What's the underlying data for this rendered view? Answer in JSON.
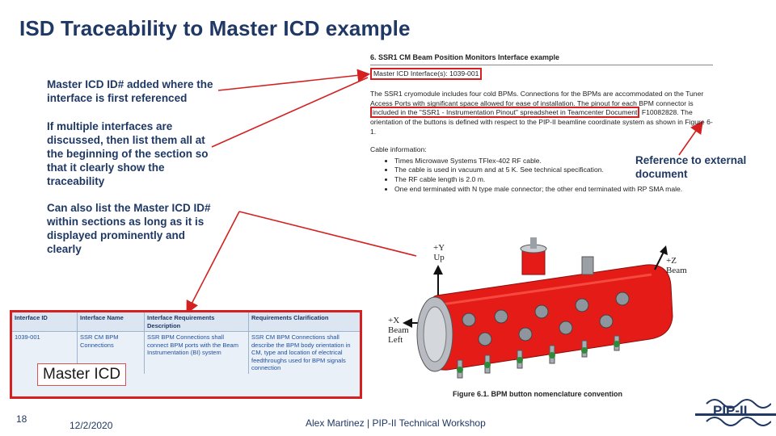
{
  "slide": {
    "title": "ISD Traceability to Master ICD example",
    "callouts": {
      "added": "Master ICD ID# added where the interface is first referenced",
      "multiple": "If multiple interfaces are discussed, then list them all at the beginning of the section so that it clearly show the traceability",
      "within": "Can also list the Master ICD ID# within sections as long as it is displayed prominently and clearly",
      "reference": "Reference to external document"
    },
    "page_number": "18",
    "date": "12/2/2020",
    "footer_center": "Alex Martinez | PIP-II Technical Workshop",
    "logo_text": "PIP-II"
  },
  "doc": {
    "heading": "6.   SSR1 CM Beam Position Monitors Interface   example",
    "icd_ref": "Master ICD Interface(s): 1039-001",
    "para_a": "The SSR1 cryomodule includes four cold BPMs. Connections for the BPMs are accommodated on the Tuner Access Ports with significant space allowed for ease of installation. The pinout for each BPM connector is",
    "para_ref": "included in the \"SSR1 - Instrumentation Pinout\" spreadsheet in Teamcenter Document",
    "para_b": "F10082828. The orientation of the buttons is defined with respect to the PIP-II beamline coordinate system as shown in Figure 6-1.",
    "cable_heading": "Cable information:",
    "cable_items": [
      "Times Microwave Systems TFlex-402 RF cable.",
      "The cable is used in vacuum and at 5 K. See technical specification.",
      "The RF cable length is 2.0 m.",
      "One end terminated with N type male connector; the other end terminated with RP SMA male."
    ],
    "figure_caption": "Figure 6.1. BPM button nomenclature convention",
    "axes": {
      "y_axis": "+Y",
      "y_dir": "Up",
      "x_axis": "+X",
      "x_dir1": "Beam",
      "x_dir2": "Left",
      "z_axis": "+Z",
      "z_dir": "Beam"
    }
  },
  "icd_table": {
    "columns": [
      "Interface ID",
      "Interface Name",
      "Interface Requirements Description",
      "Requirements Clarification"
    ],
    "row": [
      "1039-001",
      "SSR CM BPM Connections",
      "SSR BPM Connections shall connect BPM ports with the Beam Instrumentation (BI) system",
      "SSR CM BPM Connections shall describe the BPM body orientation in CM, type and location of electrical feedthroughs used for BPM signals connection"
    ],
    "label": "Master ICD"
  },
  "colors": {
    "title": "#1f3864",
    "highlight_red": "#d42020",
    "cryomodule_red": "#e41b17"
  }
}
